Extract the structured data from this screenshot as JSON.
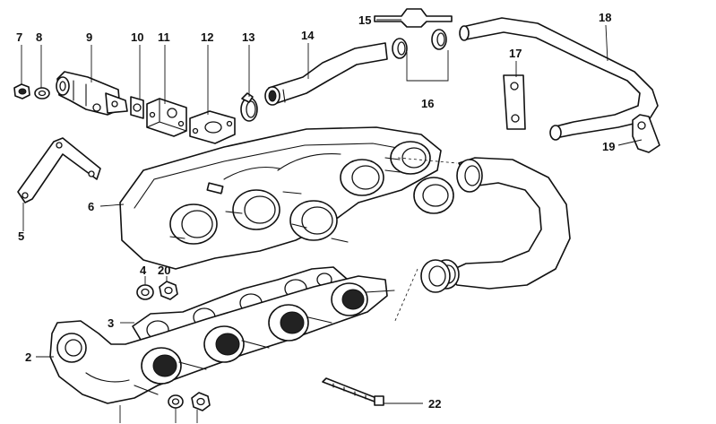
{
  "callouts": {
    "c2": "2",
    "c3": "3",
    "c4": "4",
    "c5": "5",
    "c6": "6",
    "c7": "7",
    "c8": "8",
    "c9": "9",
    "c10": "10",
    "c11": "11",
    "c12": "12",
    "c13": "13",
    "c14": "14",
    "c15": "15",
    "c16": "16",
    "c17": "17",
    "c18": "18",
    "c19": "19",
    "c20": "20",
    "c22": "22"
  },
  "colors": {
    "line": "#111111",
    "background": "#ffffff"
  }
}
